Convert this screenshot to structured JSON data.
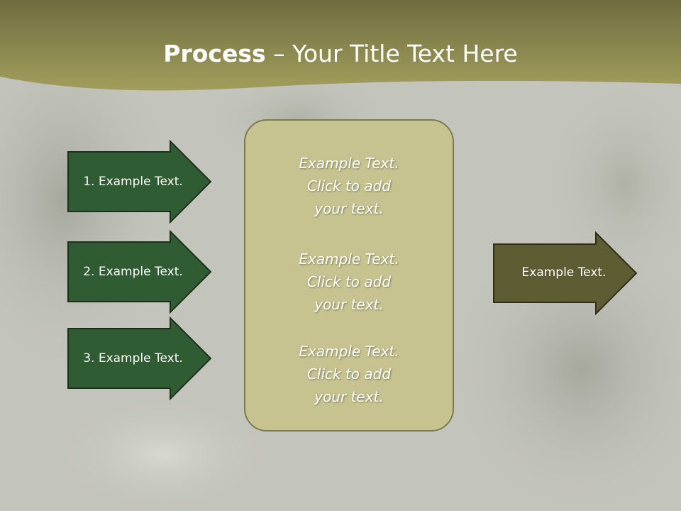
{
  "slide": {
    "title_bold": "Process",
    "title_rest": " – Your Title Text Here",
    "left_arrows": [
      {
        "label": "1. Example Text."
      },
      {
        "label": "2. Example Text."
      },
      {
        "label": "3. Example Text."
      }
    ],
    "center_blocks": [
      {
        "line1": "Example Text.",
        "line2": "Click  to add",
        "line3": "your text."
      },
      {
        "line1": "Example Text.",
        "line2": "Click  to add",
        "line3": "your text."
      },
      {
        "line1": "Example Text.",
        "line2": "Click  to add",
        "line3": "your text."
      }
    ],
    "right_arrow": {
      "label": "Example Text."
    }
  },
  "colors": {
    "background": "#c6c7c0",
    "header_band": "#9c9a56",
    "left_arrow_fill": "#2f5c32",
    "left_arrow_border": "#1e2f1a",
    "right_arrow_fill": "#5e5c32",
    "center_box_fill": "#c6c391"
  }
}
